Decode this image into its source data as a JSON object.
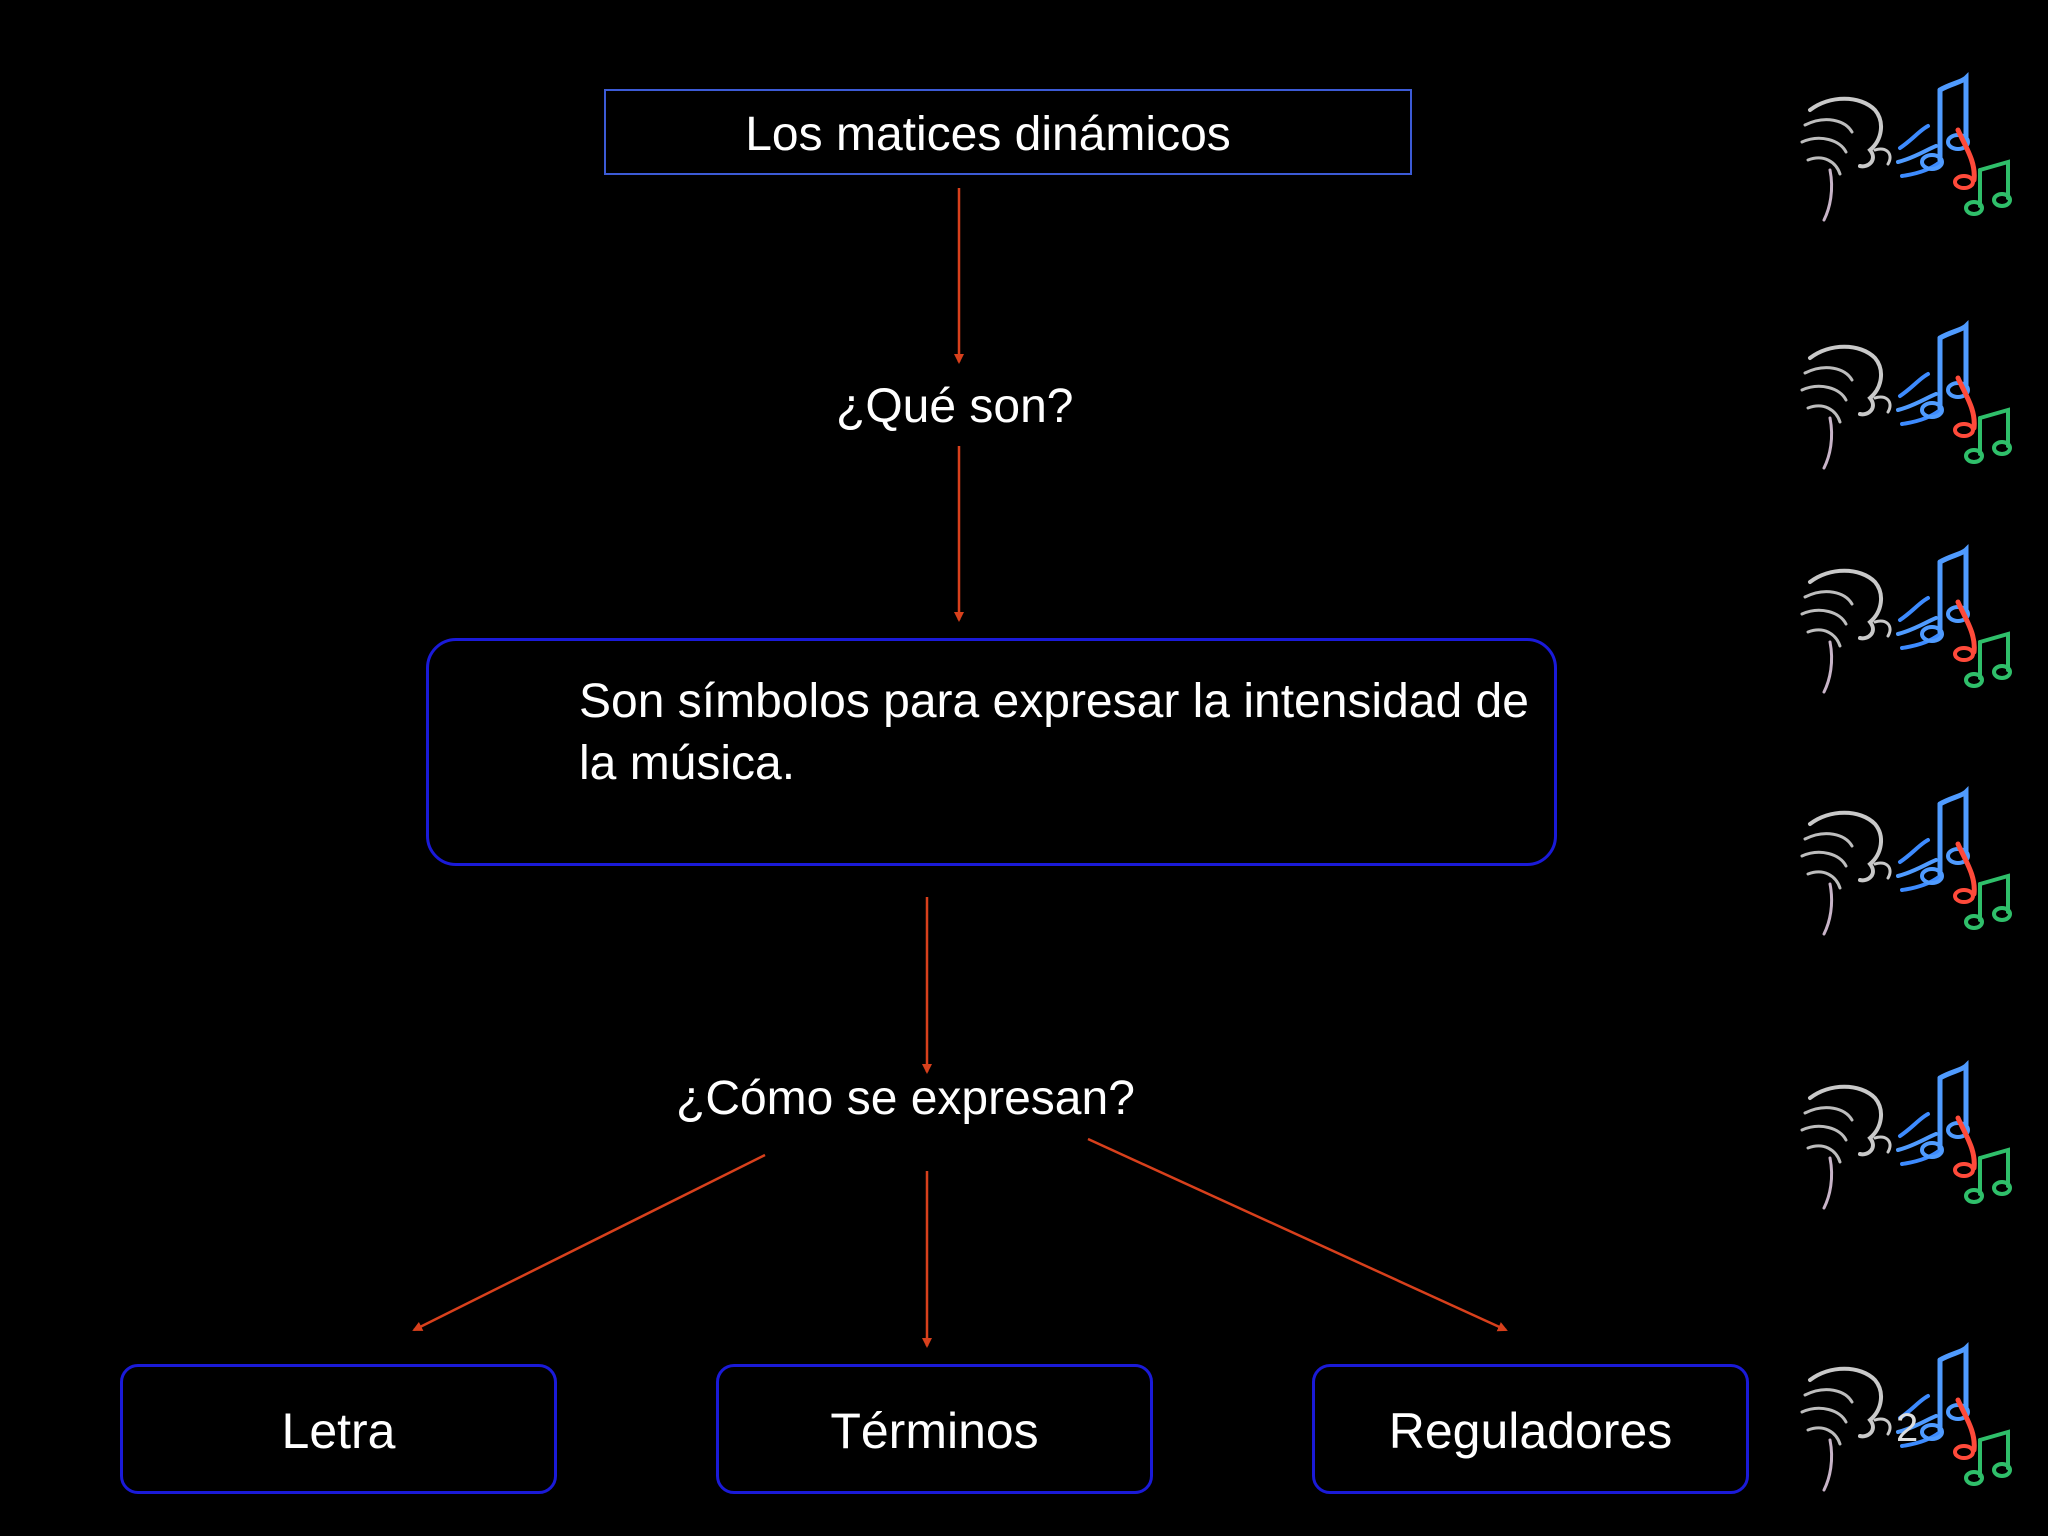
{
  "diagram": {
    "title": "Los matices dinámicos",
    "question1": "¿Qué son?",
    "definition": "Son símbolos para expresar la intensidad de la música.",
    "question2": "¿Cómo se expresan?",
    "leaves": [
      "Letra",
      "Términos",
      "Reguladores"
    ]
  },
  "slide": {
    "page_number": "2"
  },
  "colors": {
    "arrow": "#d8401c",
    "box_border": "#1a1ad8",
    "title_border": "#3c5bd6",
    "background": "#000000"
  },
  "decorations": {
    "icon": "music-voice-icon",
    "count": 6
  }
}
